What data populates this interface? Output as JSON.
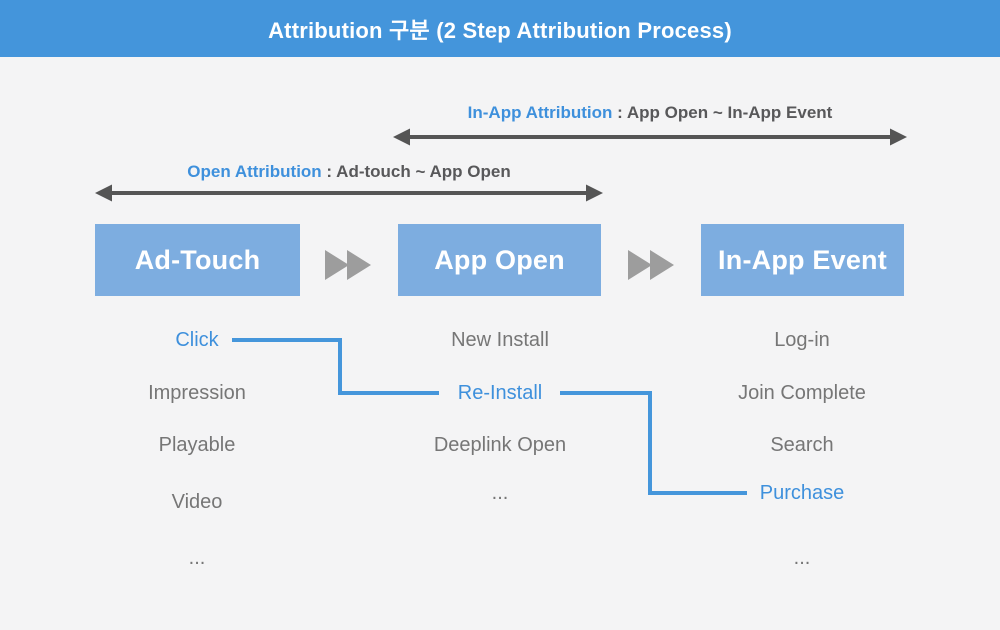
{
  "header": {
    "title": "Attribution 구분 (2 Step Attribution Process)"
  },
  "ranges": {
    "in_app": {
      "name": "In-App Attribution",
      "desc": " : App Open ~ In-App Event"
    },
    "open": {
      "name": "Open Attribution",
      "desc": " : Ad-touch ~ App Open"
    }
  },
  "stages": [
    {
      "label": "Ad-Touch",
      "items": [
        "Click",
        "Impression",
        "Playable",
        "Video",
        "..."
      ],
      "highlighted_item": "Click"
    },
    {
      "label": "App Open",
      "items": [
        "New Install",
        "Re-Install",
        "Deeplink Open",
        "..."
      ],
      "highlighted_item": "Re-Install"
    },
    {
      "label": "In-App Event",
      "items": [
        "Log-in",
        "Join Complete",
        "Search",
        "Purchase",
        "..."
      ],
      "highlighted_item": "Purchase"
    }
  ],
  "flow_path": [
    "Click",
    "Re-Install",
    "Purchase"
  ],
  "colors": {
    "header_bg": "#4495DB",
    "header_text": "#FFFFFF",
    "stage_box_bg": "#7DADE0",
    "stage_box_text": "#FFFFFF",
    "highlight_text": "#3E90DC",
    "connector_line": "#4596DB",
    "range_arrow": "#555555",
    "range_desc_text": "#58585A",
    "muted_text": "#767676",
    "chevron": "#9D9D9D",
    "page_bg": "#F4F4F5"
  }
}
